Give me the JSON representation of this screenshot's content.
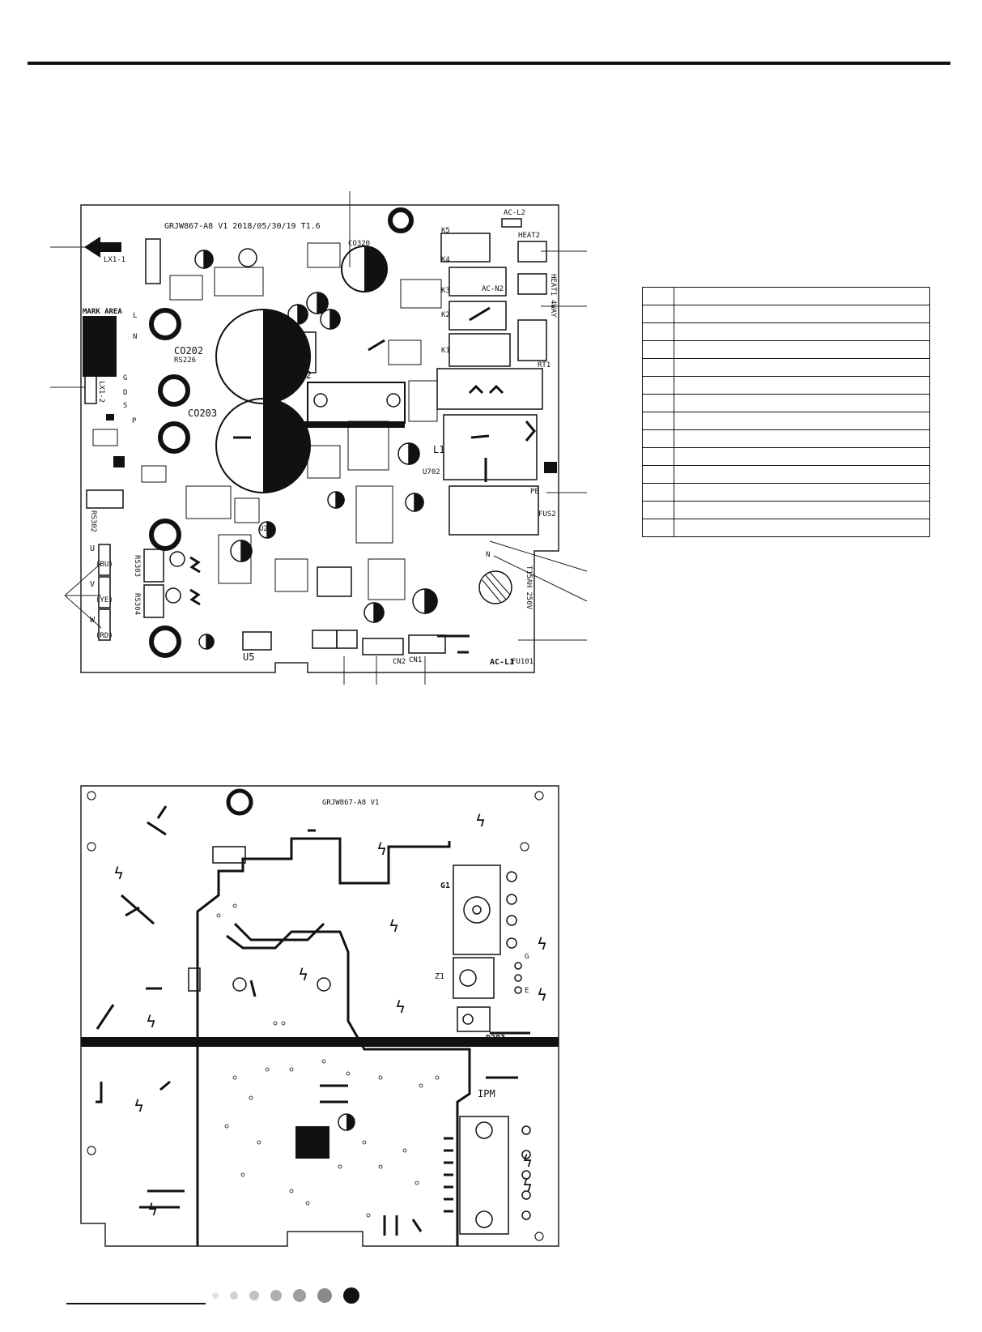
{
  "top_board": {
    "title": "GRJW867-A8 V1 2018/05/30/19 T1.6",
    "labels": {
      "mark_area": "MARK AREA",
      "lx1": "LX1-1",
      "lx2": "LX1-2",
      "co202": "CO202",
      "rs226": "RS226",
      "co203": "CO203",
      "co320": "CO320",
      "ipm2": "IPM2",
      "l1": "L1",
      "u702": "U702",
      "u20": "U20",
      "ac_l2": "AC-L2",
      "heat2": "HEAT2",
      "heat1": "HEAT1",
      "four_way": "4WAY",
      "ac_n2": "AC-N2",
      "k1": "K1",
      "k2": "K2",
      "k3": "K3",
      "k4": "K4",
      "k5": "K5",
      "rt1": "RT1",
      "pe": "PE",
      "fus2": "FUS2",
      "n": "N",
      "ac_l1": "AC-L1",
      "fu101": "FU101",
      "cn1": "CN1",
      "cn2": "CN2",
      "u": "U",
      "bu": "(BU)",
      "v": "V",
      "ye": "(YE)",
      "w": "W",
      "rd": "(RD)",
      "u5": "U5",
      "rs303": "RS303",
      "rs304": "RS304",
      "rs302": "RS302",
      "g": "G",
      "d": "D",
      "s": "S",
      "p": "P",
      "l": "L",
      "n_left": "N",
      "fuse_rating": "T15AH 250V"
    }
  },
  "bottom_board": {
    "title": "GRJW867-A8 V1",
    "labels": {
      "g1": "G1",
      "z1": "Z1",
      "d203": "D203",
      "ipm": "IPM",
      "g": "G",
      "e": "E"
    }
  },
  "legend_table": {
    "rows": 14
  },
  "page_dots": {
    "count": 7,
    "active_index": 6
  }
}
